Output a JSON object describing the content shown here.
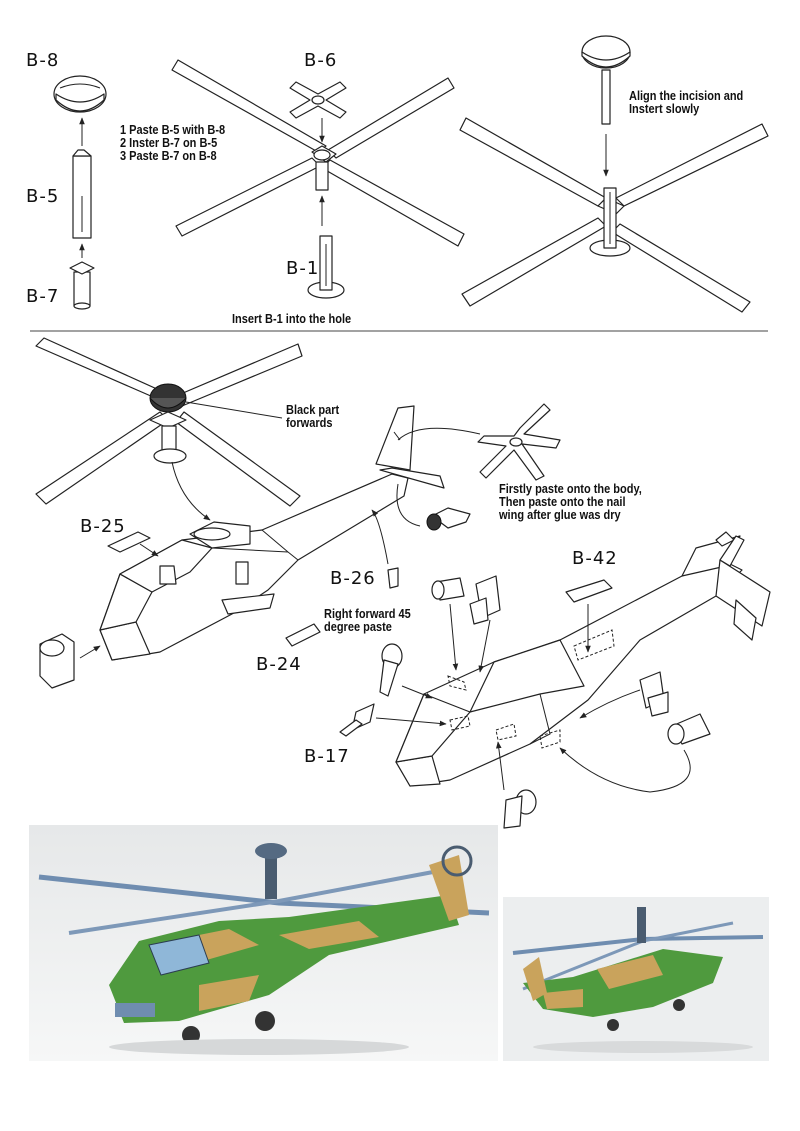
{
  "section1": {
    "labels": {
      "b8": "B-8",
      "b6": "B-6",
      "b5": "B-5",
      "b7": "B-7",
      "b1": "B-1"
    },
    "steps": [
      "1 Paste B-5 with B-8",
      "2 Inster B-7 on B-5",
      "3 Paste B-7 on B-8"
    ],
    "insert_note": "Insert B-1 into the hole",
    "align_note": [
      "Align the incision and",
      "Instert slowly"
    ]
  },
  "section2": {
    "labels": {
      "b25": "B-25",
      "b26": "B-26",
      "b24": "B-24",
      "b42": "B-42",
      "b17": "B-17"
    },
    "black_part_note": [
      "Black part",
      "forwards"
    ],
    "paste_note": [
      "Firstly paste onto the body,",
      "Then paste onto the nail",
      "wing after glue was dry"
    ],
    "angle_note": [
      "Right forward 45",
      "degree paste"
    ]
  },
  "colors": {
    "camo_green": "#4f9a3e",
    "camo_tan": "#c9a35c",
    "rotor_blue": "#6f8db0",
    "line": "#222222"
  }
}
